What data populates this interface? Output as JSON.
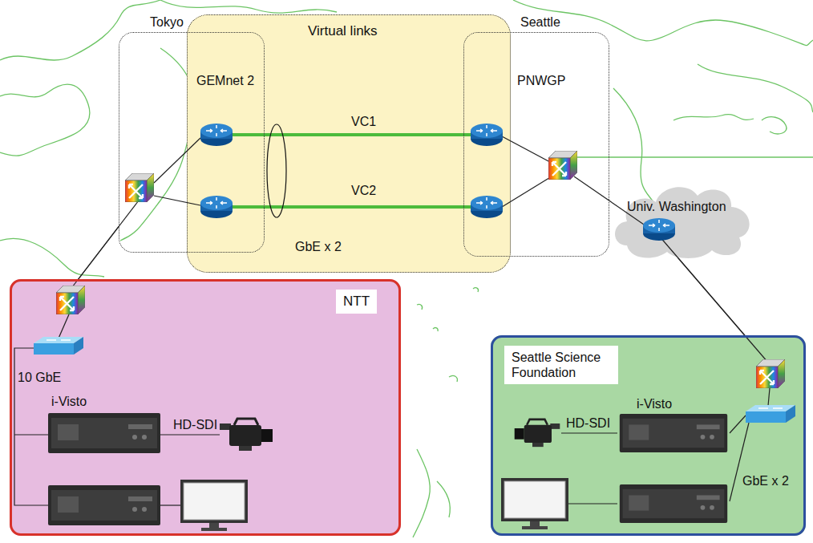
{
  "diagram": {
    "nodes": [
      {
        "text": [
          "Virtual links"
        ]
      },
      {
        "text": [
          "Tokyo",
          "GEMnet 2"
        ]
      },
      {
        "text": [
          "Seattle",
          "PNWGP"
        ]
      },
      {
        "text": [
          "Univ. Washington"
        ]
      },
      {
        "text": [
          "NTT"
        ]
      },
      {
        "text": [
          "Seattle Science Foundation"
        ]
      }
    ],
    "edges": [
      {
        "from": 1,
        "to": 4,
        "arrow": "none"
      },
      {
        "from": 3,
        "to": 5,
        "arrow": "none"
      }
    ],
    "labels": [
      "VC1",
      "VC2",
      "GbE x 2",
      "10 GbE",
      "i-Visto",
      "HD-SDI",
      "i-Visto",
      "HD-SDI",
      "GbE x 2"
    ]
  }
}
